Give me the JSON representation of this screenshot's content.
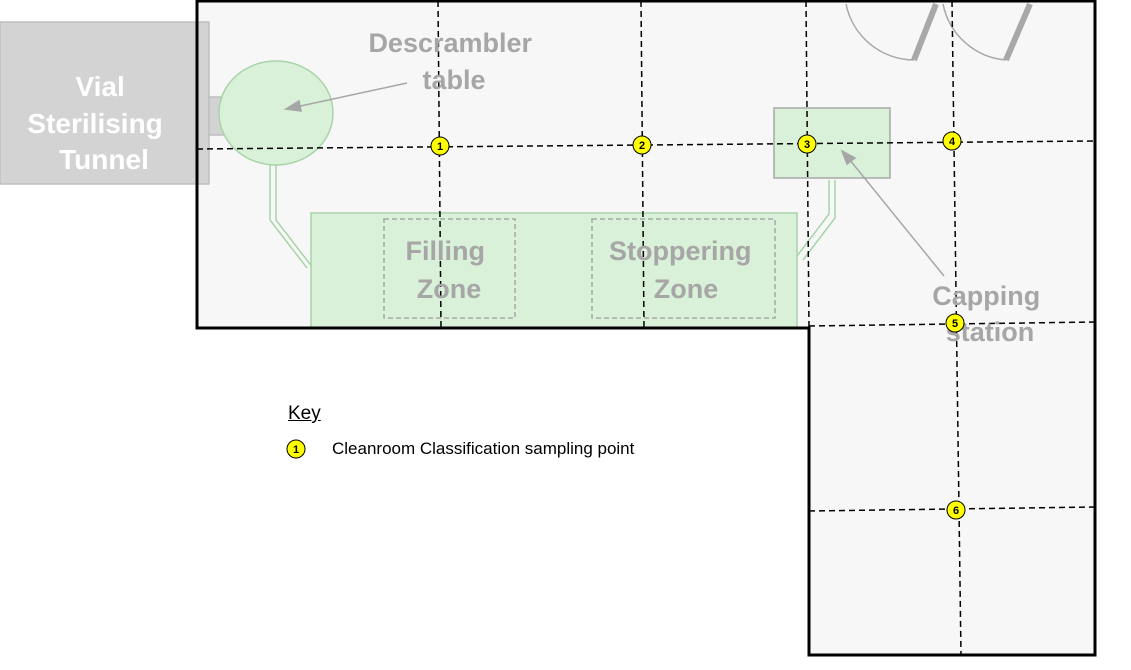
{
  "tunnel": {
    "line1": "Vial",
    "line2": "Sterilising",
    "line3": "Tunnel"
  },
  "descrambler": {
    "line1": "Descrambler",
    "line2": "table"
  },
  "filling": {
    "line1": "Filling",
    "line2": "Zone"
  },
  "stoppering": {
    "line1": "Stoppering",
    "line2": "Zone"
  },
  "capping": {
    "line1": "Capping",
    "line2": "station"
  },
  "points": [
    "1",
    "2",
    "3",
    "4",
    "5",
    "6"
  ],
  "key": {
    "title": "Key",
    "marker": "1",
    "description": "Cleanroom Classification sampling point"
  },
  "colors": {
    "equipment_fill": "#d9f0d9",
    "equipment_stroke": "#a8d4a8",
    "point_fill": "#ffff00",
    "tunnel_fill": "#d0d0d0",
    "room_fill": "#f7f7f7"
  }
}
